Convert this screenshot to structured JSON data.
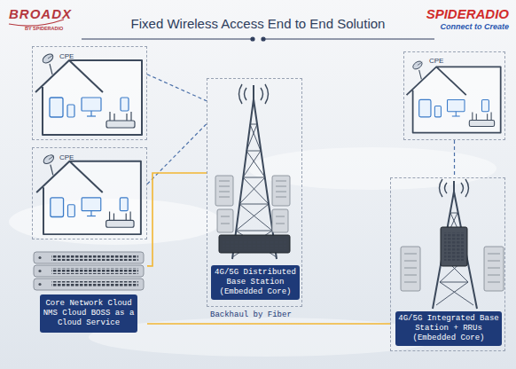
{
  "diagram": {
    "title": "Fixed Wireless Access End to End Solution",
    "nodes": [
      {
        "text": [
          "CPE"
        ]
      },
      {
        "text": [
          "CPE"
        ]
      },
      {
        "text": [
          "4G/5G Distributed Base Station (Embedded Core)"
        ]
      },
      {
        "text": [
          "CPE"
        ]
      },
      {
        "text": [
          "4G/5G Integrated Base Station + RRUs (Embedded Core)"
        ]
      },
      {
        "text": [
          "Core Network Cloud NMS Cloud BOSS as a Cloud Service"
        ]
      }
    ],
    "edges": [
      {
        "from": 0,
        "to": 2,
        "arrow": "none"
      },
      {
        "from": 1,
        "to": 2,
        "arrow": "none"
      },
      {
        "from": 3,
        "to": 4,
        "arrow": "none"
      },
      {
        "from": 5,
        "to": 2,
        "arrow": "none"
      },
      {
        "from": 5,
        "to": 4,
        "arrow": "none",
        "label": "Backhaul by Fiber"
      }
    ],
    "labels": [
      "BROADX",
      "BY SPIDERADIO",
      "SPIDERADIO",
      "Connect to Create"
    ]
  }
}
